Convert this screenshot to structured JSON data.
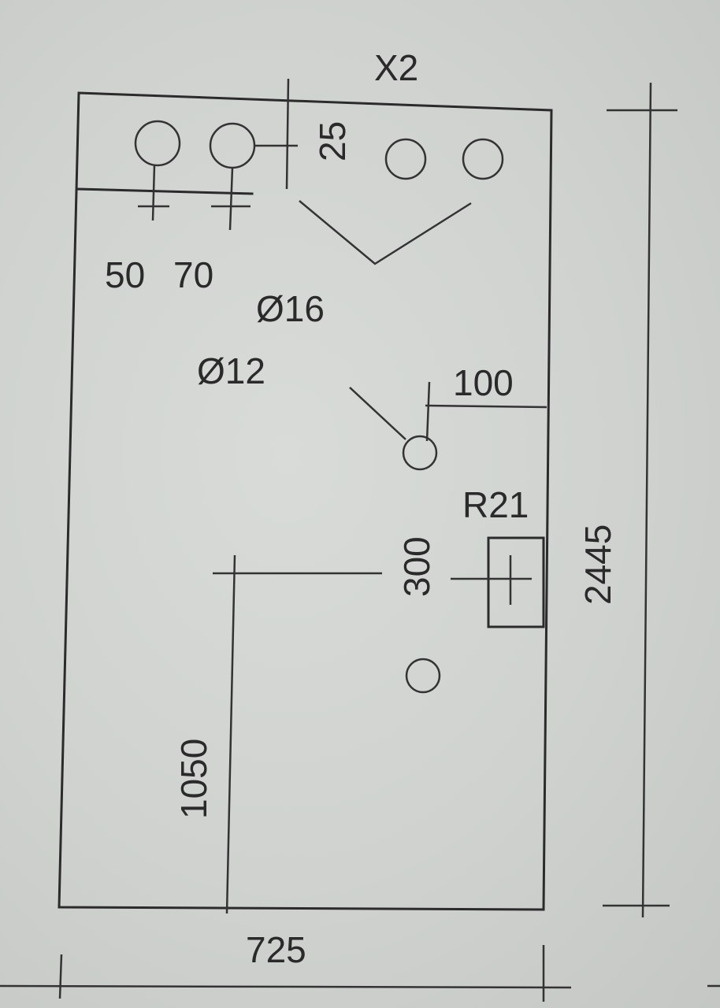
{
  "panel": {
    "label_top": "X2",
    "dims": {
      "hole_offset_top": "25",
      "hole_x1": "50",
      "hole_x2": "70",
      "diam_large": "Ø16",
      "diam_small": "Ø12",
      "edge_100": "100",
      "cutout_label": "R21",
      "offset_300": "300",
      "height_total": "2445",
      "height_1050": "1050",
      "width_total": "725"
    }
  }
}
